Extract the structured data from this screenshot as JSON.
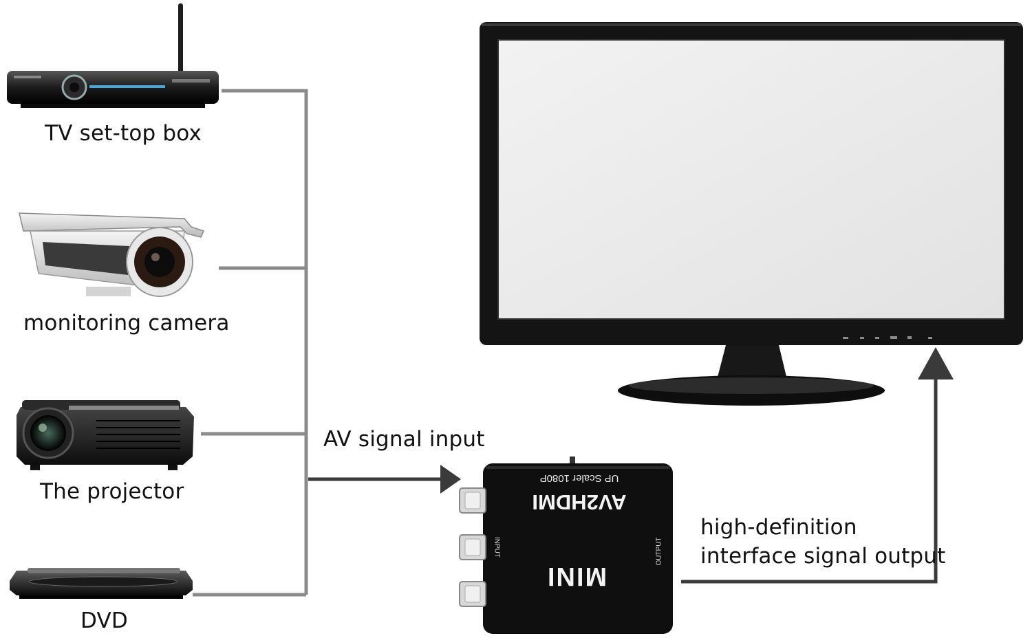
{
  "sources": [
    {
      "label": "TV set-top box",
      "icon": "set-top-box-icon"
    },
    {
      "label": "monitoring camera",
      "icon": "security-camera-icon"
    },
    {
      "label": "The projector",
      "icon": "projector-icon"
    },
    {
      "label": "DVD",
      "icon": "dvd-player-icon"
    }
  ],
  "input_label": "AV signal input",
  "output_label_line1": "high-definition",
  "output_label_line2": "interface signal output",
  "converter": {
    "model": "AV2HDMI",
    "subtitle": "UP Scaler 1080P",
    "brand": "MINI",
    "input_port": "INPUT",
    "output_port": "OUTPUT"
  },
  "display": {
    "icon": "monitor-icon"
  },
  "colors": {
    "line": "#8a8a8a",
    "arrow": "#3a3a3a",
    "device": "#1a1a1a",
    "screen": "#ececec"
  }
}
